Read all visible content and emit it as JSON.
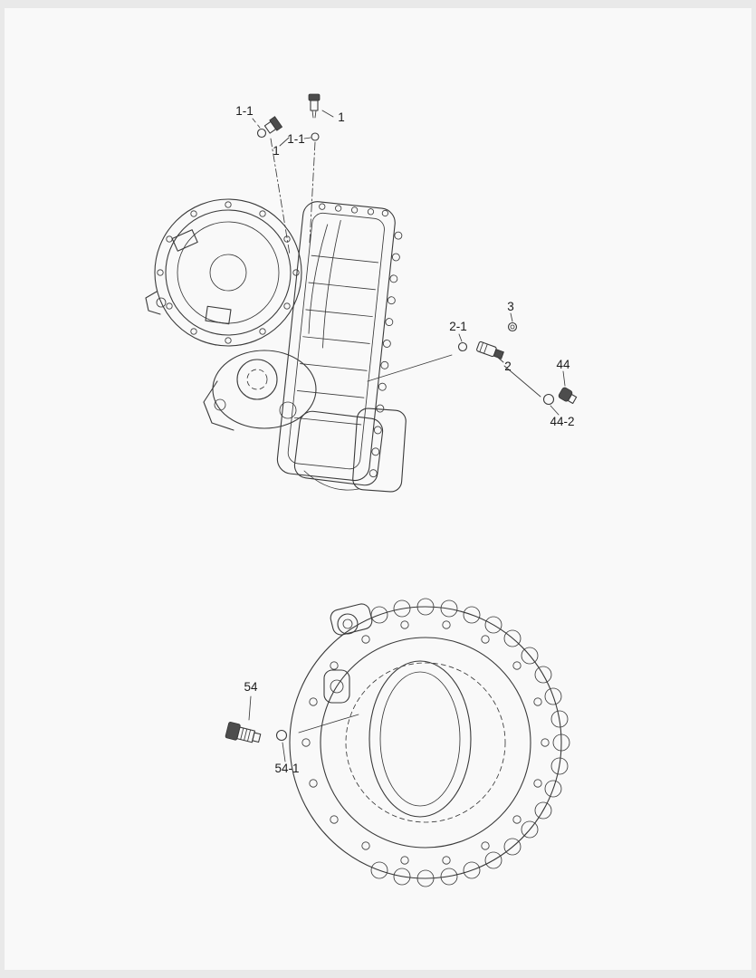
{
  "page": {
    "background": "#e9e9e9",
    "paper_color": "#f9f9f9",
    "line_color": "#3a3a3a",
    "label_color": "#1b1b1b"
  },
  "diagram": {
    "type": "exploded-parts-diagram",
    "assemblies": [
      {
        "name": "transmission-housing"
      },
      {
        "name": "converter-housing"
      }
    ],
    "callouts": [
      {
        "label": "1-1",
        "part": "o-ring"
      },
      {
        "label": "1",
        "part": "sensor"
      },
      {
        "label": "1-1",
        "part": "o-ring"
      },
      {
        "label": "1",
        "part": "sensor"
      },
      {
        "label": "3",
        "part": "screw"
      },
      {
        "label": "2-1",
        "part": "o-ring"
      },
      {
        "label": "2",
        "part": "speed-sensor"
      },
      {
        "label": "44",
        "part": "plug"
      },
      {
        "label": "44-2",
        "part": "o-ring"
      },
      {
        "label": "54",
        "part": "switch"
      },
      {
        "label": "54-1",
        "part": "o-ring"
      }
    ]
  }
}
